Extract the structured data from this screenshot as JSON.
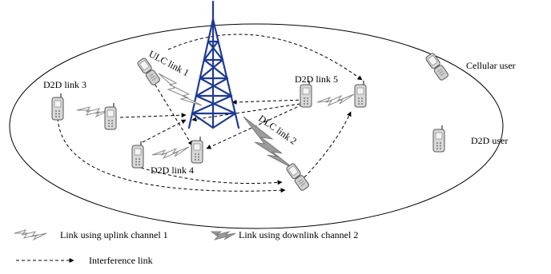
{
  "labels": {
    "ulc_link": "ULC link 1",
    "dlc_link": "DLC link 2",
    "d2d_link_3": "D2D link 3",
    "d2d_link_4": "D2D link 4",
    "d2d_link_5": "D2D link 5"
  },
  "legend": {
    "cellular_user": "Cellular user",
    "d2d_user": "D2D user",
    "uplink": "Link using uplink channel 1",
    "downlink": "Link using downlink channel 2",
    "interference": "Interference link"
  },
  "icons": {
    "base_station": "cell-tower-icon",
    "cellular_user": "flip-phone-icon",
    "d2d_user": "candybar-phone-icon"
  },
  "colors": {
    "tower": "#1f3a93",
    "phone_fill": "#d9d9d9",
    "phone_stroke": "#555555",
    "link_fill": "#9a9a9a",
    "arrow": "#000000"
  }
}
